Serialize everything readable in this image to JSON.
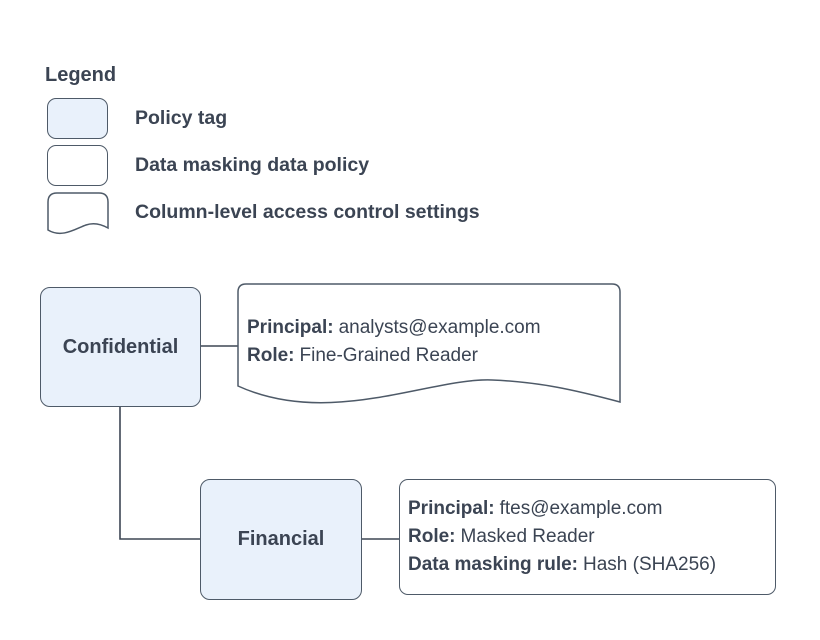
{
  "legend": {
    "title": "Legend",
    "items": [
      {
        "label": "Policy tag"
      },
      {
        "label": "Data masking data policy"
      },
      {
        "label": "Column-level access control settings"
      }
    ]
  },
  "nodes": {
    "confidential": {
      "label": "Confidential"
    },
    "financial": {
      "label": "Financial"
    },
    "confidential_access_settings": {
      "lines": [
        {
          "key": "Principal:",
          "value": "analysts@example.com"
        },
        {
          "key": "Role:",
          "value": "Fine-Grained Reader"
        }
      ]
    },
    "financial_masking_policy": {
      "lines": [
        {
          "key": "Principal:",
          "value": "ftes@example.com"
        },
        {
          "key": "Role:",
          "value": "Masked Reader"
        },
        {
          "key": "Data masking rule:",
          "value": "Hash (SHA256)"
        }
      ]
    }
  },
  "colors": {
    "policy_tag_fill": "#e9f1fb",
    "shape_fill": "#ffffff",
    "border": "#4e5a68",
    "connector": "#3d4654",
    "text": "#3b4453"
  }
}
